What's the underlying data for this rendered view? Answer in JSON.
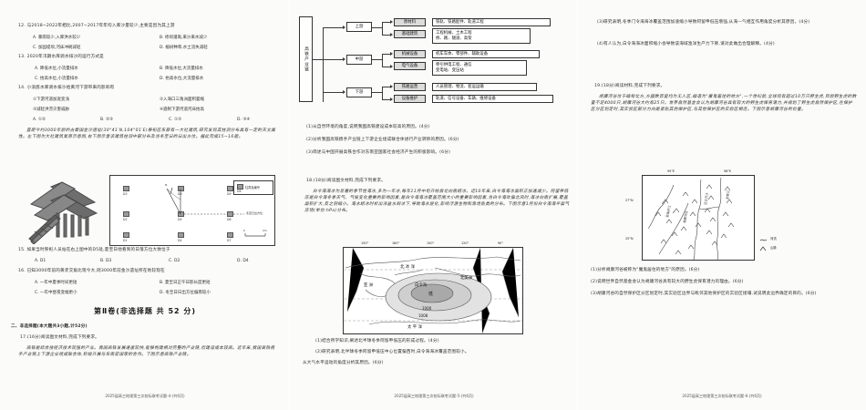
{
  "document": {
    "type": "scanned-exam-paper",
    "subject": "地理",
    "pages": 3
  },
  "page1": {
    "q12": {
      "stem": "12. 与2018~2022年相比,2007~2017年年均入库沙量较少,主要是因为其上游",
      "options": [
        "A. 暴雨较少,入库洪水较少",
        "B. 修坝灌溉,来沙来水减少",
        "C. 加固堤坝,河床冲刷减轻",
        "D. 植树种草,水土流失减轻"
      ]
    },
    "q13": {
      "stem": "13. 2020年汛期水库调水排沙的运行方式是",
      "options": [
        "A. 降低水位,小流量排水",
        "B. 降低水位,大流量排水",
        "C. 抬高水位,小流量排水",
        "D. 抬高水位,大流量排水"
      ]
    },
    "q14": {
      "stem": "14. 小浪底水库调水排沙给黄河下游带来的影响有",
      "items": [
        "①下游河道加宽变浅",
        "②入海口三角洲面积萎缩",
        "③减轻洪涝灾害威胁",
        "④遏制下游河道河床抬高"
      ],
      "options": [
        "A. ①②",
        "B. ②③",
        "C. ①③",
        "D. ③④"
      ]
    },
    "passage": "直距今约3000年前的古蜀国金沙遗址(30°41′N,104°01′E)祭祀区东部有一大社建筑,研究发现其柱洞分布具有一定的天文属性。左下图为大社建筑复原示意图,右下图示意该建筑柱洞中部分布及当冬至日的日出方位。据此完成15~16题。",
    "figure": {
      "house_caption": "大社建筑复原示意图",
      "grid_labels": [
        "D3",
        "D6",
        "D9",
        "D2",
        "D5",
        "D8",
        "D1",
        "D4",
        "D7"
      ],
      "legend_label": "柱洞及编号",
      "legend_symbol": "D6",
      "annotation": "冬至日出方位",
      "north_label": "N",
      "scale_left": "0",
      "scale_right": "2m"
    },
    "q15": {
      "stem": "15. 如果当时祭祀人员站在右上图中的D5处,夏至日他看到的日落方位大致位于",
      "options": [
        "A. D1",
        "B. D3",
        "C. D2",
        "D. D4"
      ]
    },
    "q16": {
      "stem": "16. 已知3000年前的黄赤交角比现今大,则3000年前金沙遗址所在地较现在",
      "options": [
        "A. 一年中夏季时间更短",
        "B. 夏至日正午日影长度更短",
        "C. 一年中昼夜变幅更小",
        "D. 冬至日日出方位偏南较小"
      ]
    },
    "section2_title": "第Ⅱ卷(非选择题  共 52 分)",
    "section2_head": "二、非选择题(本大题共3小题,计52分)",
    "q17_head": "17.(16分)阅读图文材料,完成下列要求。",
    "q17_body": "高铁是综合技经济技术较强的产业。我国高铁发展速度较快,能够构建相对完整的产业链,但建设成本较高。近年来,我国高铁携手产业链上下游企业组成联合体,积极开展与东南亚国家的合作。下图示意高铁产业链。",
    "footer": "2025届高三地理第三次校际联考试题-4-(共6页)"
  },
  "page2": {
    "diagram": {
      "root": "高铁产业链",
      "tiers": [
        {
          "name": "上游",
          "nodes": [
            {
              "label": "原材料",
              "detail": "铁轨、铁路配件、轨道工程"
            },
            {
              "label": "基础建筑",
              "detail": "工程机械、土木工程\n桥、路、隧道、高架"
            }
          ]
        },
        {
          "name": "中游",
          "nodes": [
            {
              "label": "机械设备",
              "detail": "机车车体、零部件、辅助设备"
            },
            {
              "label": "电气设备",
              "detail": "牵引供电工程、通信\n变电站、变压站"
            }
          ]
        },
        {
          "name": "下游",
          "nodes": [
            {
              "label": "铁路运营",
              "detail": "人员管理、物流、客运运输"
            },
            {
              "label": "设备维护",
              "detail": "轨道、信号设备、车辆、维修设备"
            }
          ]
        }
      ]
    },
    "q17_sub": [
      "(1)从自然环境的角度,说明我国高铁建设成本较高的原因。(4分)",
      "(2)分析我国高铁携手产业链上下游企业组成联合体进行产业转移的原因。(6分)",
      "(3)简述与中国开展高铁合作对东南亚国家社会经济产生的积极影响。(6分)"
    ],
    "q18_head": "18.(18分)阅读图文材料,完成下列要求。",
    "q18_body": "白令海海冰为显著的季节性海冰,多为一年冰,每年11月中旬开始自北向南结冰。近10年来,白令海海冰面积正加速减少。阿留申低压是白令海冬季天气、气候变化重要的影响因素,是白令海海冰覆盖范围大小的重要影响因素,当白令海吹偏北风时,海冰向南扩展,覆盖面积扩大,反之则缩小。海水结冰时析出浓盐水到冰下,导致海水层化,影响浮游生物和渔场鱼类的分布。下图示意1月份白令海海平面气压场(单位:hPa)分布。",
    "map": {
      "lon_labels": [
        "150°",
        "180°",
        "150°",
        "120°",
        "90°"
      ],
      "contour_labels": [
        "低",
        "1000",
        "1008"
      ],
      "region_labels": [
        "北 冰 洋",
        "白 令 海",
        "北美洲",
        "亚 洲",
        "太 平 洋"
      ]
    },
    "q18_sub": [
      "(1)结合所学知识,阐述北半球冬季阿留申低压的形成过程。(4分)",
      "(2)研究表明,北半球冬季阿留申低压中心位置偏西时,白令海海冰覆盖范围较小。",
      "从大气水平运动的角度分析其原因。(6分)"
    ],
    "footer": "2025届高三地理第三次校际联考试题-5-(共6页)"
  },
  "page3": {
    "q18_sub_cont": [
      "(3)研究表明,冬季门令海海冰覆盖范围加速缩小导致阿留申低压增强,从海—气相互作用角度分析其原因。(4分)",
      "(4)有人认为,白令海海冰面积缩小会导致该海域渔洋生产力下降,请对此做出合理解释。(4分)"
    ],
    "q19_head": "19.(18分)阅读材料,完成下列要求。",
    "q19_body": "胡康河谷位于缅甸北方,方圆数百里均为无人区,缅语为\"魔鬼居住的地方\",一个世纪前,全球现有超过10万只野生虎,目前野生虎的数量不足4000只,胡康河谷大约有25只。世界自然基金会认为胡康河谷具有较大的野生虎保育潜力,并规划了野生虎自然保护区,在保护区分区划定时,其实验区部分力向是紧贴其他保护区,与其他保护区的实验区相连。下图示意胡康河谷的位置。",
    "map": {
      "lon_labels": [
        "95°E",
        "98°E"
      ],
      "lat_labels": [
        "27°N",
        "25°N"
      ],
      "place_labels": [
        "恩梅开江",
        "迈立开江",
        "胡康河谷",
        "亲敦江"
      ],
      "legend": [
        {
          "symbol": "river-symbol",
          "label": "河流"
        },
        {
          "symbol": "mountain-symbol",
          "label": "山脉"
        }
      ]
    },
    "q19_sub": [
      "(1)分析胡康河谷被称为\"魔鬼居住的地方\"的原因。(6分)",
      "(2)说明世界自然基金会认为胡康河谷具有较大的野生虎保育潜力的理由。(6分)",
      "(3)胡康河谷的自然保护区分区划定时,其实验区边界与毗邻其他保护区的实验区接壤,试说明此边界确定的目的。(6分)"
    ],
    "footer": "2025届高三地理第三次校际联考试题-6-(共6页)"
  }
}
